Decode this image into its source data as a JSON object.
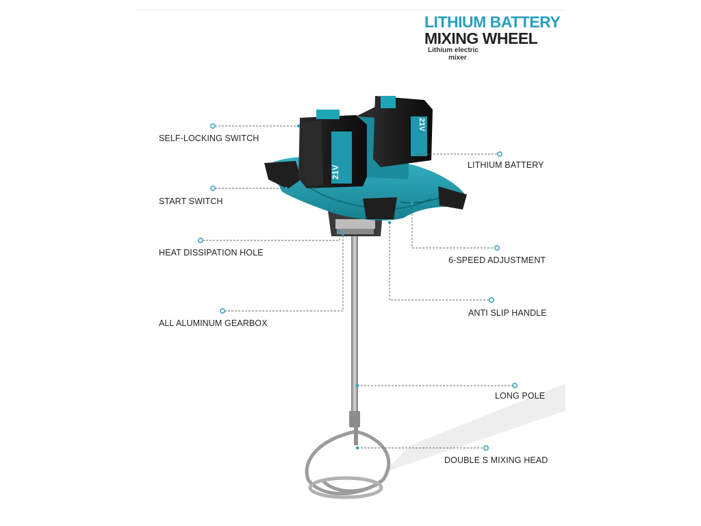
{
  "header": {
    "title_line1": "LITHIUM BATTERY",
    "title_line2": "MIXING WHEEL",
    "subtitle_line1": "Lithium electric",
    "subtitle_line2": "mixer"
  },
  "battery": {
    "voltage": "21V"
  },
  "callouts": {
    "left": [
      "SELF-LOCKING SWITCH",
      "START SWITCH",
      "HEAT DISSIPATION HOLE",
      "ALL ALUMINUM GEARBOX"
    ],
    "right": [
      "LITHIUM BATTERY",
      "6-SPEED ADJUSTMENT",
      "ANTI SLIP HANDLE",
      "LONG POLE",
      "DOUBLE S MIXING HEAD"
    ]
  },
  "colors": {
    "accent": "#2a9fbe",
    "title_dark": "#222222",
    "body_teal": "#1e96a8",
    "battery_black": "#1d1d1d",
    "pole_grey": "#a9a9a9"
  }
}
